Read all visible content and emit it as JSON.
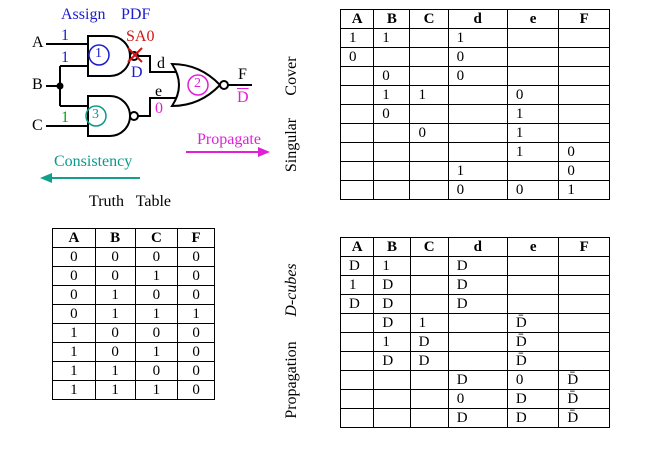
{
  "circuit": {
    "assign_label": "Assign",
    "pdf_label": "PDF",
    "fault_label": "SA0",
    "d_fault": "D",
    "input_a": "A",
    "input_b": "B",
    "input_c": "C",
    "val_a": "1",
    "val_b_top": "1",
    "val_c": "1",
    "gate1": "1",
    "gate2": "2",
    "gate3": "3",
    "net_d": "d",
    "net_e": "e",
    "e_value": "0",
    "out_f": "F",
    "out_dbar": "D",
    "propagate_label": "Propagate",
    "consistency_label": "Consistency",
    "truth_table_label": "Truth   Table",
    "colors": {
      "assign": "#1c1ccc",
      "fault": "#d21414",
      "propagate": "#e020d8",
      "gate3": "#0a9a8a",
      "c_value": "#13a01c"
    }
  },
  "truth_table": {
    "headers": [
      "A",
      "B",
      "C",
      "F"
    ],
    "rows": [
      [
        "0",
        "0",
        "0",
        "0"
      ],
      [
        "0",
        "0",
        "1",
        "0"
      ],
      [
        "0",
        "1",
        "0",
        "0"
      ],
      [
        "0",
        "1",
        "1",
        "1"
      ],
      [
        "1",
        "0",
        "0",
        "0"
      ],
      [
        "1",
        "0",
        "1",
        "0"
      ],
      [
        "1",
        "1",
        "0",
        "0"
      ],
      [
        "1",
        "1",
        "1",
        "0"
      ]
    ]
  },
  "singular_cover": {
    "label_top": "Cover",
    "label_bottom": "Singular",
    "headers": [
      "A",
      "B",
      "C",
      "d",
      "e",
      "F"
    ],
    "rows": [
      [
        "1",
        "1",
        "",
        "1",
        "",
        ""
      ],
      [
        "0",
        "",
        "",
        "0",
        "",
        ""
      ],
      [
        "",
        "0",
        "",
        "0",
        "",
        ""
      ],
      [
        "",
        "1",
        "1",
        "",
        "0",
        ""
      ],
      [
        "",
        "0",
        "",
        "",
        "1",
        ""
      ],
      [
        "",
        "",
        "0",
        "",
        "1",
        ""
      ],
      [
        "",
        "",
        "",
        "",
        "1",
        "0"
      ],
      [
        "",
        "",
        "",
        "1",
        "",
        "0"
      ],
      [
        "",
        "",
        "",
        "0",
        "0",
        "1"
      ]
    ]
  },
  "dcubes": {
    "label_top": "D-cubes",
    "label_bottom": "Propagation",
    "headers": [
      "A",
      "B",
      "C",
      "d",
      "e",
      "F"
    ],
    "rows": [
      [
        "D",
        "1",
        "",
        "D",
        "",
        ""
      ],
      [
        "1",
        "D",
        "",
        "D",
        "",
        ""
      ],
      [
        "D",
        "D",
        "",
        "D",
        "",
        ""
      ],
      [
        "",
        "D",
        "1",
        "",
        "D̄",
        ""
      ],
      [
        "",
        "1",
        "D",
        "",
        "D̄",
        ""
      ],
      [
        "",
        "D",
        "D",
        "",
        "D̄",
        ""
      ],
      [
        "",
        "",
        "",
        "D",
        "0",
        "D̄"
      ],
      [
        "",
        "",
        "",
        "0",
        "D",
        "D̄"
      ],
      [
        "",
        "",
        "",
        "D",
        "D",
        "D̄"
      ]
    ]
  }
}
